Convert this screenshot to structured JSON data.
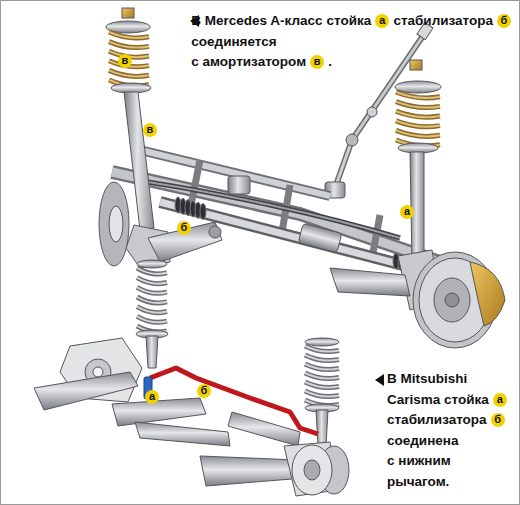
{
  "diagram": {
    "labels": [
      "В Mercedes A-класс",
      "стойка",
      "а",
      "стабилизатора",
      "б",
      "соединяется",
      "с амортизатором",
      "в",
      ".",
      "в",
      "в",
      "б",
      "а",
      "В Mitsubishi",
      "Carisma стойка",
      "а",
      "стабилизатора",
      "б",
      "соединена",
      "с нижним",
      "рычагом.",
      "б",
      "а"
    ]
  }
}
